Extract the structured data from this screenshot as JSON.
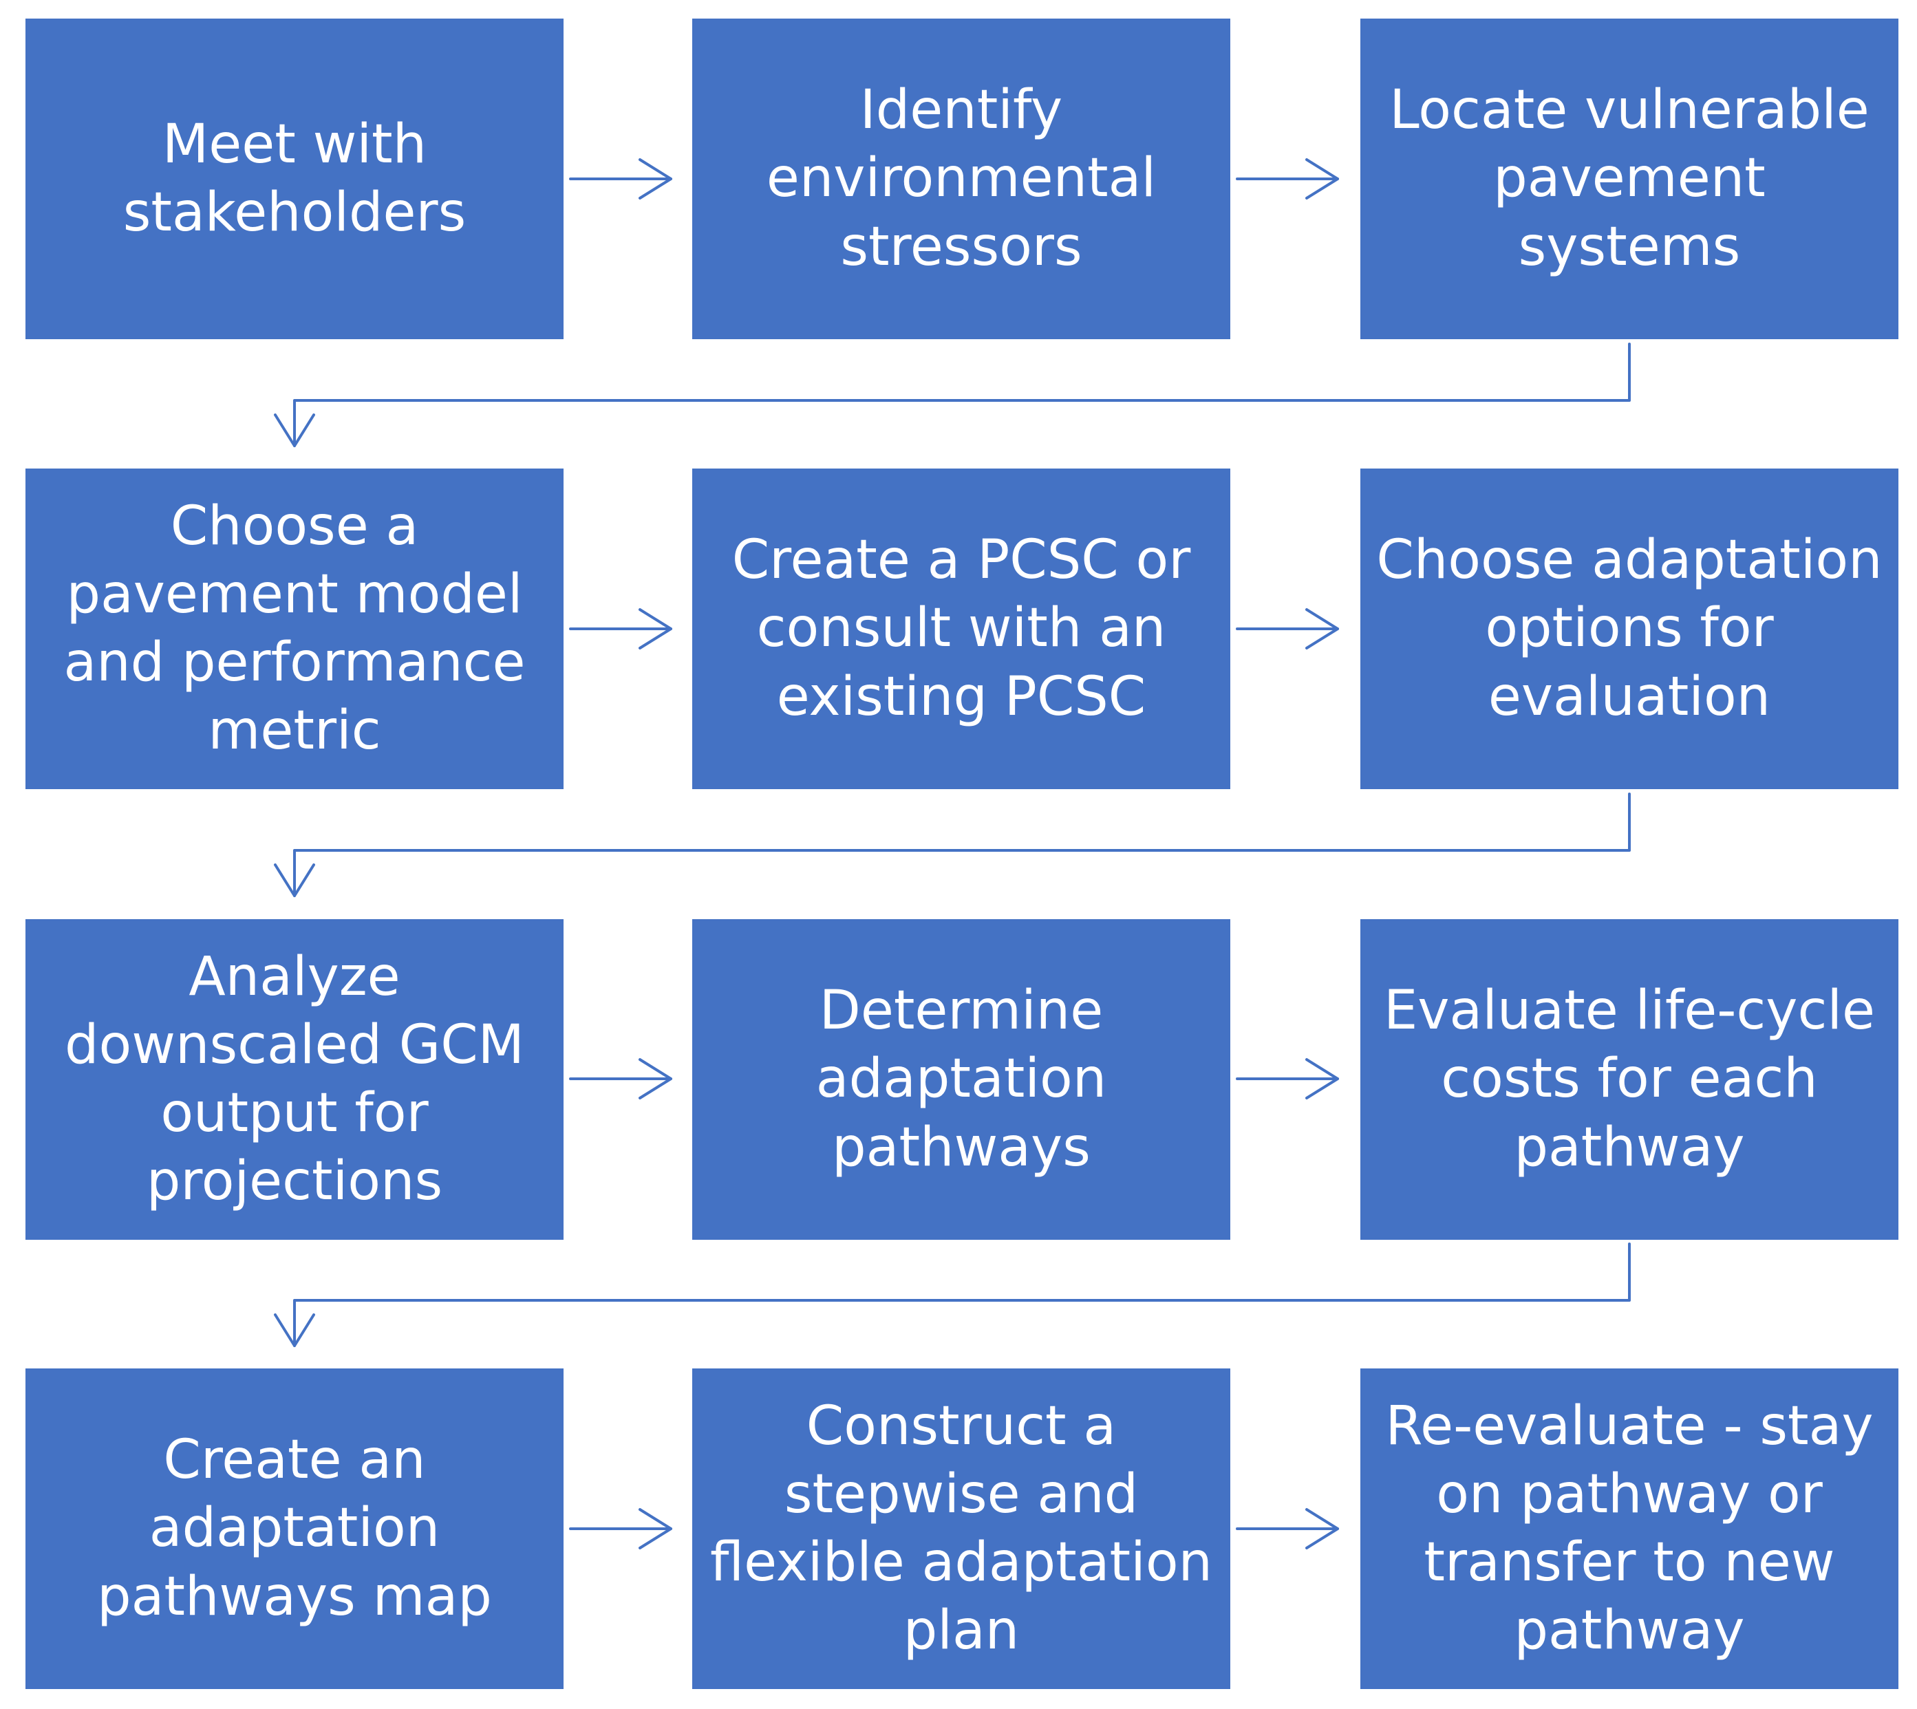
{
  "diagram": {
    "steps": [
      {
        "label": "Meet with stakeholders"
      },
      {
        "label": "Identify environmental stressors"
      },
      {
        "label": "Locate vulnerable pavement systems"
      },
      {
        "label": "Choose a pavement model and performance metric"
      },
      {
        "label": "Create a PCSC or consult with an existing PCSC"
      },
      {
        "label": "Choose adaptation options for evaluation"
      },
      {
        "label": "Analyze downscaled GCM output for projections"
      },
      {
        "label": "Determine adaptation pathways"
      },
      {
        "label": "Evaluate life-cycle costs for each pathway"
      },
      {
        "label": "Create an adaptation pathways map"
      },
      {
        "label": "Construct a stepwise and flexible adaptation plan"
      },
      {
        "label": "Re-evaluate - stay on pathway or transfer to new pathway"
      }
    ],
    "colors": {
      "box_fill": "#4472c4",
      "box_text": "#ffffff",
      "connector": "#4472c4",
      "background": "#ffffff"
    }
  }
}
